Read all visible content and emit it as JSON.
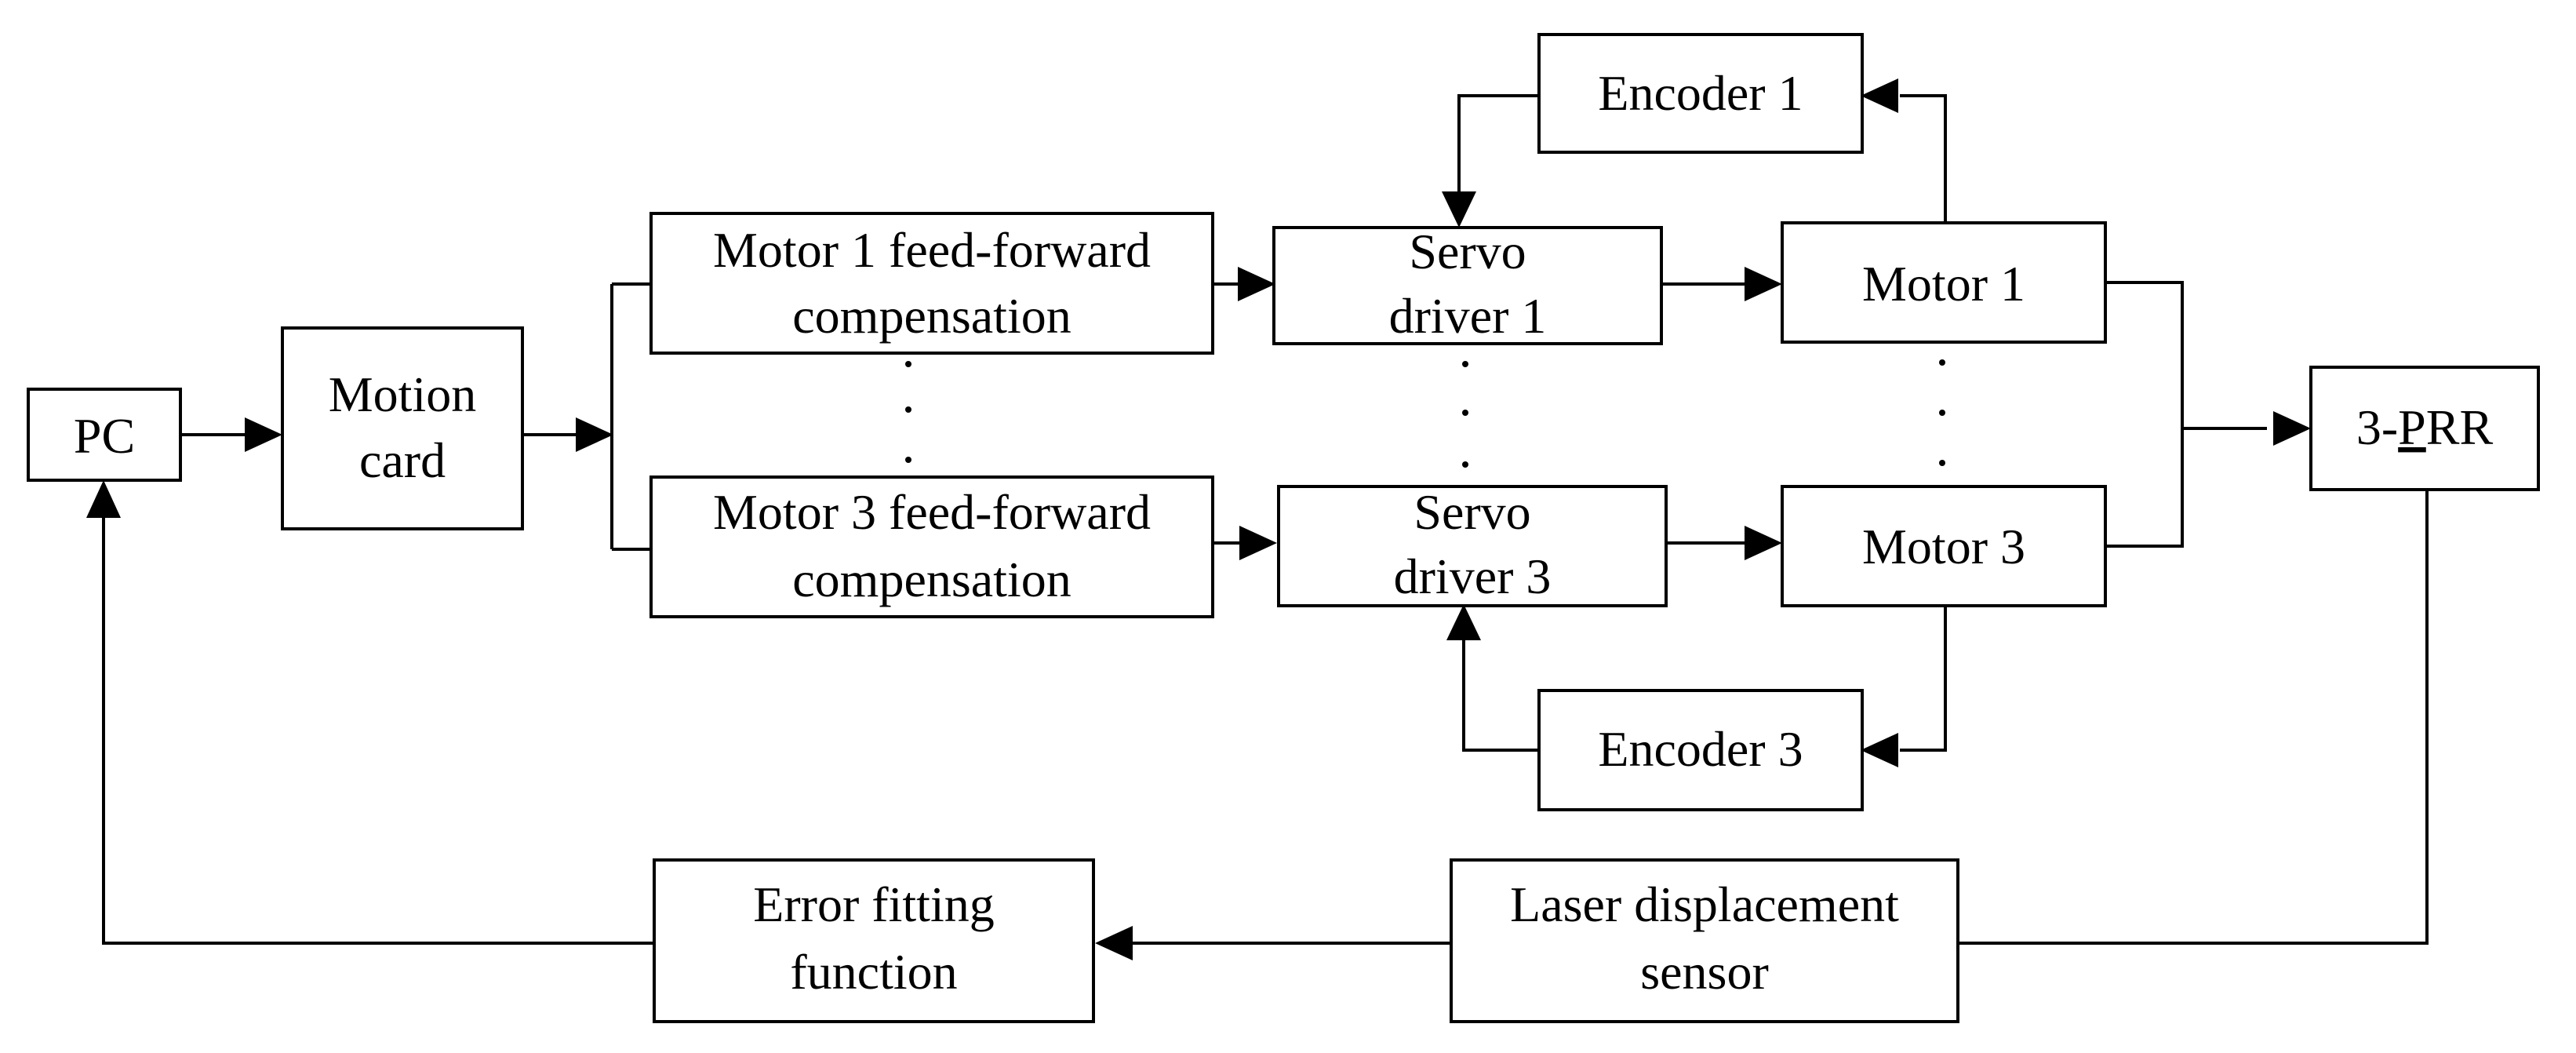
{
  "diagram": {
    "pc": "PC",
    "motion_card": [
      "Motion",
      "card"
    ],
    "ff1": [
      "Motor 1 feed-forward",
      "compensation"
    ],
    "ff3": [
      "Motor 3 feed-forward",
      "compensation"
    ],
    "servo1": [
      "Servo",
      "driver 1"
    ],
    "servo3": [
      "Servo",
      "driver 3"
    ],
    "motor1": "Motor 1",
    "motor3": "Motor 3",
    "encoder1": "Encoder 1",
    "encoder3": "Encoder 3",
    "prr_prefix": "3-",
    "prr_underlined": "P",
    "prr_suffix": "RR",
    "laser": [
      "Laser displacement",
      "sensor"
    ],
    "error_fit": [
      "Error fitting",
      "function"
    ]
  }
}
